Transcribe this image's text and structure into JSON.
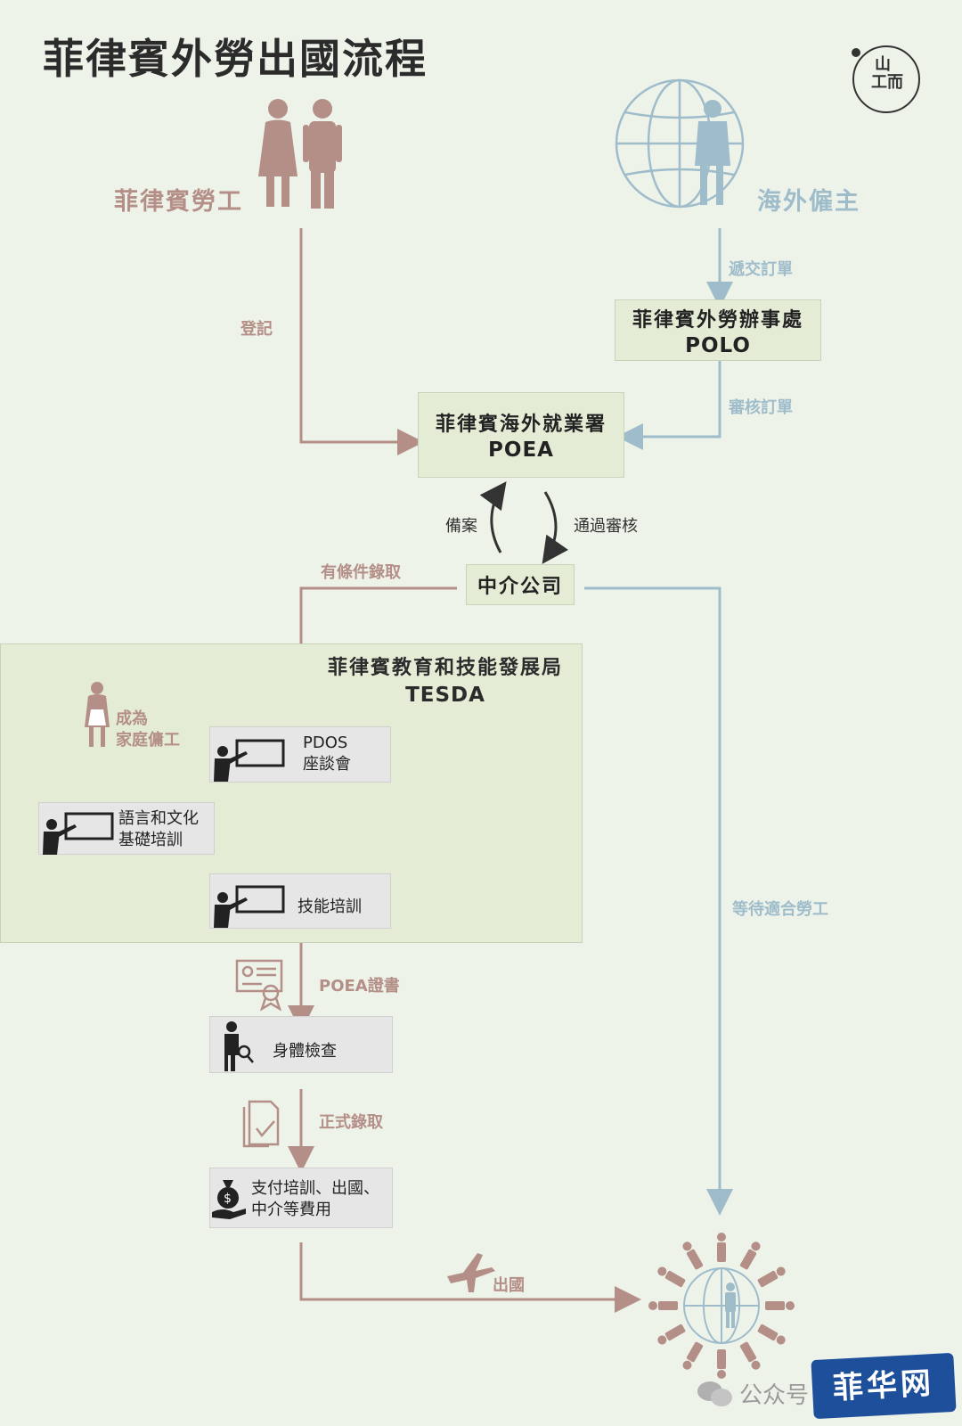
{
  "title": "菲律賓外勞出國流程",
  "logo": {
    "lines": [
      "山",
      "工而"
    ]
  },
  "actors": {
    "worker": "菲律賓勞工",
    "employer": "海外僱主"
  },
  "nodes": {
    "polo": {
      "l1": "菲律賓外勞辦事處",
      "l2": "POLO"
    },
    "poea": {
      "l1": "菲律賓海外就業署",
      "l2": "POEA"
    },
    "agency": {
      "l1": "中介公司"
    },
    "tesda": {
      "l1": "菲律賓教育和技能發展局",
      "l2": "TESDA"
    }
  },
  "steps": {
    "pdos": {
      "l1": "PDOS",
      "l2": "座談會"
    },
    "language": {
      "l1": "語言和文化",
      "l2": "基礎培訓"
    },
    "skills": {
      "l1": "技能培訓"
    },
    "medical": {
      "l1": "身體檢查"
    },
    "payment": {
      "l1": "支付培訓、出國、",
      "l2": "中介等費用"
    }
  },
  "edge_labels": {
    "register": "登記",
    "submit_order": "遞交訂單",
    "review_order": "審核訂單",
    "file": "備案",
    "pass_review": "通過審核",
    "conditional_hire": "有條件錄取",
    "become_domestic_1": "成為",
    "become_domestic_2": "家庭傭工",
    "poea_cert": "POEA證書",
    "formal_hire": "正式錄取",
    "depart": "出國",
    "wait_worker": "等待適合勞工"
  },
  "watermark": {
    "text": "公众号",
    "stamp": "菲华网"
  },
  "colors": {
    "background": "#eef3ea",
    "worker_brown": "#b48f87",
    "employer_blue": "#9fbccb",
    "node_fill": "#e4ecd6",
    "step_fill": "#e6e6e6"
  }
}
